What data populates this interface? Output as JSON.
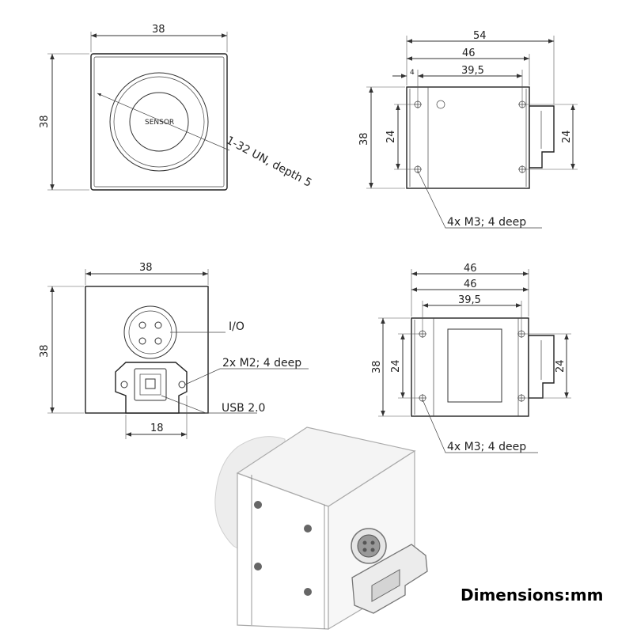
{
  "views": {
    "front": {
      "width_label": "38",
      "height_label": "38",
      "sensor_label": "SENSOR",
      "thread_note": "1-32 UN, depth 5"
    },
    "side": {
      "total_label": "54",
      "body_label": "46",
      "flange_label": "4",
      "hole_label": "39,5",
      "height_label": "38",
      "hole_left_label": "24",
      "hole_right_label": "24",
      "mount_note": "4x M3; 4 deep"
    },
    "back": {
      "width_label": "38",
      "height_label": "38",
      "io_note": "I/O",
      "screw_note": "2x M2; 4 deep",
      "usb_note": "USB 2.0",
      "usb_width_label": "18"
    },
    "bottom": {
      "outer_label": "46",
      "inner_label": "46",
      "hole_label": "39,5",
      "height_label": "38",
      "hole_left_label": "24",
      "hole_right_label": "24",
      "mount_note": "4x M3; 4 deep"
    }
  },
  "caption": "Dimensions:mm"
}
